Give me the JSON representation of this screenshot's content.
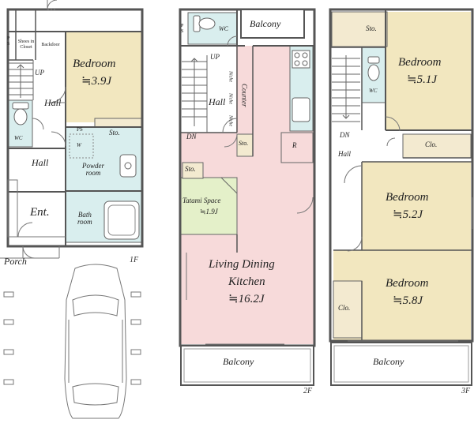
{
  "colors": {
    "wall": "#555555",
    "bedroom": "#f2e7bf",
    "living": "#f7dada",
    "wet": "#d9eeee",
    "tatami": "#e4f0c9",
    "storage": "#f3ead0",
    "line": "#666666",
    "dash": "#999999"
  },
  "floor1": {
    "label": "1F",
    "bedroom": "Bedroom",
    "bedroom_size": "≒3.9J",
    "sto": "Sto.",
    "ps": "P\nS",
    "shoes": "Shoes in\nCloset",
    "backdoor": "Backdoor",
    "up": "UP",
    "hall1": "Hall",
    "wc": "WC",
    "ps2": "PS",
    "w": "W",
    "powder": "Powder\nroom",
    "hall2": "Hall",
    "ent": "Ent.",
    "bath": "Bath\nroom",
    "porch": "Porch"
  },
  "floor2": {
    "label": "2F",
    "ps": "P\nS",
    "wc": "WC",
    "balcony_top": "Balcony",
    "up": "UP",
    "hall": "Hall",
    "niche1": "Niche",
    "niche2": "Niche",
    "niche3": "Niche",
    "counter": "Counter",
    "dn": "DN",
    "sto1": "Sto.",
    "r": "R",
    "sto2": "Sto.",
    "tatami": "Tatami Space",
    "tatami_size": "≒1.9J",
    "ldk1": "Living Dining",
    "ldk2": "Kitchen",
    "ldk_size": "≒16.2J",
    "balcony_bottom": "Balcony"
  },
  "floor3": {
    "label": "3F",
    "sto": "Sto.",
    "bedroom1": "Bedroom",
    "bedroom1_size": "≒5.1J",
    "wc": "WC",
    "dn": "DN",
    "hall": "Hall",
    "clo1": "Clo.",
    "bedroom2": "Bedroom",
    "bedroom2_size": "≒5.2J",
    "bedroom3": "Bedroom",
    "bedroom3_size": "≒5.8J",
    "clo2": "Clo.",
    "balcony": "Balcony"
  }
}
